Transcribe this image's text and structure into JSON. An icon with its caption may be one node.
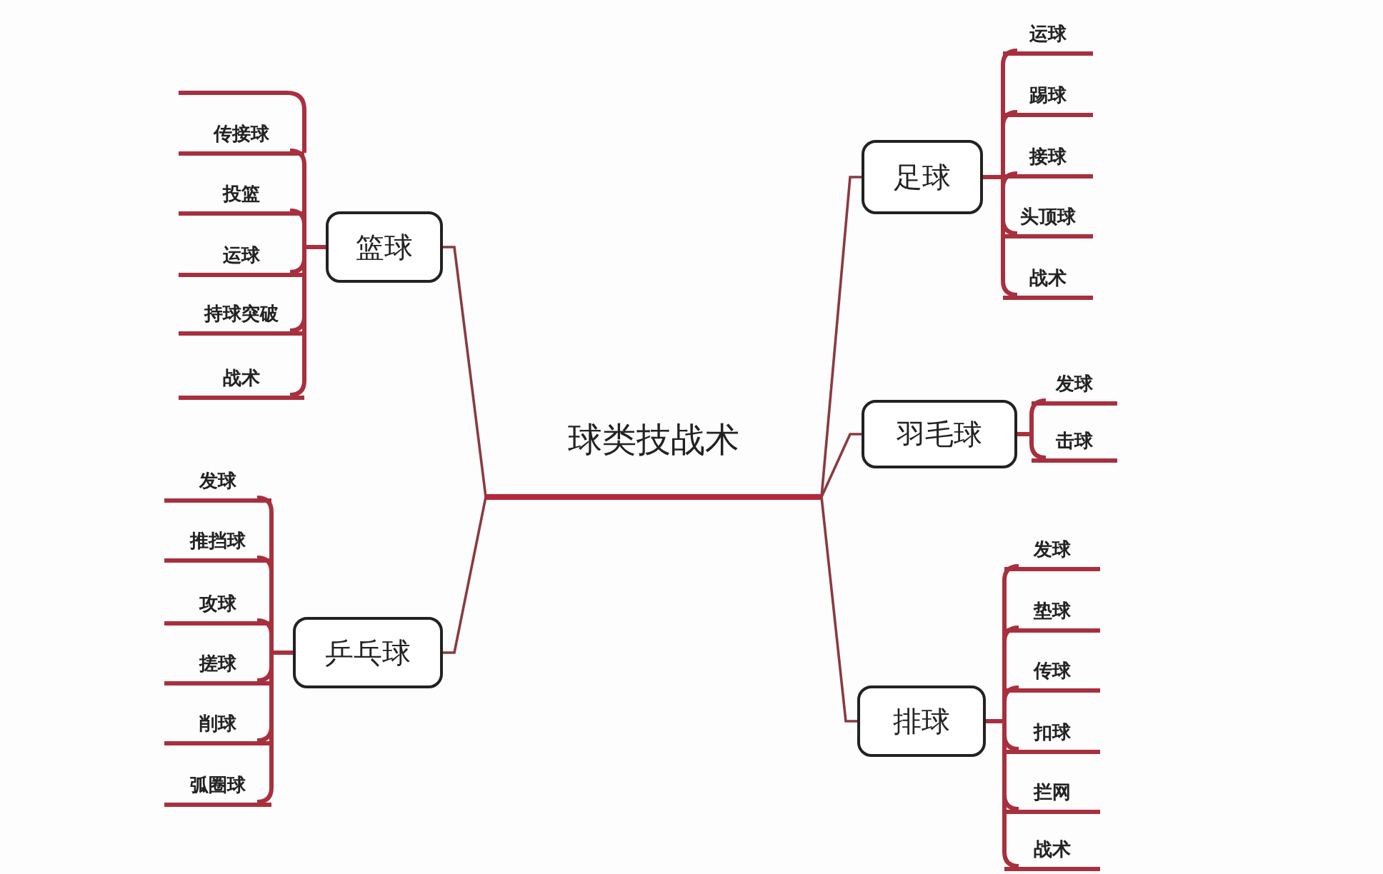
{
  "diagram": {
    "nodes": [
      {
        "text": [
          "球类技战术"
        ]
      },
      {
        "text": [
          "篮球"
        ]
      },
      {
        "text": [
          "传接球"
        ]
      },
      {
        "text": [
          "投篮"
        ]
      },
      {
        "text": [
          "运球"
        ]
      },
      {
        "text": [
          "持球突破"
        ]
      },
      {
        "text": [
          "战术"
        ]
      },
      {
        "text": [
          "乒乓球"
        ]
      },
      {
        "text": [
          "发球"
        ]
      },
      {
        "text": [
          "推挡球"
        ]
      },
      {
        "text": [
          "攻球"
        ]
      },
      {
        "text": [
          "搓球"
        ]
      },
      {
        "text": [
          "削球"
        ]
      },
      {
        "text": [
          "弧圈球"
        ]
      },
      {
        "text": [
          "足球"
        ]
      },
      {
        "text": [
          "运球"
        ]
      },
      {
        "text": [
          "踢球"
        ]
      },
      {
        "text": [
          "接球"
        ]
      },
      {
        "text": [
          "头顶球"
        ]
      },
      {
        "text": [
          "战术"
        ]
      },
      {
        "text": [
          "羽毛球"
        ]
      },
      {
        "text": [
          "发球"
        ]
      },
      {
        "text": [
          "击球"
        ]
      },
      {
        "text": [
          "排球"
        ]
      },
      {
        "text": [
          "发球"
        ]
      },
      {
        "text": [
          "垫球"
        ]
      },
      {
        "text": [
          "传球"
        ]
      },
      {
        "text": [
          "扣球"
        ]
      },
      {
        "text": [
          "拦网"
        ]
      },
      {
        "text": [
          "战术"
        ]
      }
    ],
    "edges": [
      {
        "from": 0,
        "to": 1,
        "arrow": "none",
        "color": "#8a3a40"
      },
      {
        "from": 0,
        "to": 7,
        "arrow": "none",
        "color": "#8a3a40"
      },
      {
        "from": 0,
        "to": 14,
        "arrow": "none",
        "color": "#8a3a40"
      },
      {
        "from": 0,
        "to": 20,
        "arrow": "none",
        "color": "#8a3a40"
      },
      {
        "from": 0,
        "to": 23,
        "arrow": "none",
        "color": "#8a3a40"
      },
      {
        "from": 1,
        "to": 2,
        "arrow": "none"
      },
      {
        "from": 1,
        "to": 3,
        "arrow": "none"
      },
      {
        "from": 1,
        "to": 4,
        "arrow": "none"
      },
      {
        "from": 1,
        "to": 5,
        "arrow": "none"
      },
      {
        "from": 1,
        "to": 6,
        "arrow": "none"
      },
      {
        "from": 7,
        "to": 8,
        "arrow": "none"
      },
      {
        "from": 7,
        "to": 9,
        "arrow": "none"
      },
      {
        "from": 7,
        "to": 10,
        "arrow": "none"
      },
      {
        "from": 7,
        "to": 11,
        "arrow": "none"
      },
      {
        "from": 7,
        "to": 12,
        "arrow": "none"
      },
      {
        "from": 7,
        "to": 13,
        "arrow": "none"
      },
      {
        "from": 14,
        "to": 15,
        "arrow": "none"
      },
      {
        "from": 14,
        "to": 16,
        "arrow": "none"
      },
      {
        "from": 14,
        "to": 17,
        "arrow": "none"
      },
      {
        "from": 14,
        "to": 18,
        "arrow": "none"
      },
      {
        "from": 14,
        "to": 19,
        "arrow": "none"
      },
      {
        "from": 20,
        "to": 21,
        "arrow": "none"
      },
      {
        "from": 20,
        "to": 22,
        "arrow": "none"
      },
      {
        "from": 23,
        "to": 24,
        "arrow": "none"
      },
      {
        "from": 23,
        "to": 25,
        "arrow": "none"
      },
      {
        "from": 23,
        "to": 26,
        "arrow": "none"
      },
      {
        "from": 23,
        "to": 27,
        "arrow": "none"
      },
      {
        "from": 23,
        "to": 28,
        "arrow": "none"
      },
      {
        "from": 23,
        "to": 29,
        "arrow": "none"
      }
    ]
  }
}
